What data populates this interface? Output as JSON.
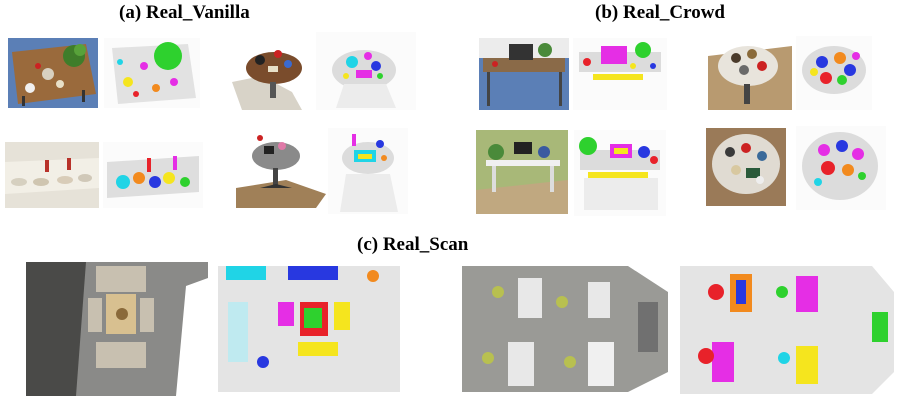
{
  "captions": {
    "real_vanilla": "(a) Real_Vanilla",
    "real_crowd": "(b) Real_Crowd",
    "real_scan": "(c) Real_Scan"
  },
  "colors": {
    "wood": "#9a6a3c",
    "floor_blue": "#5b7fb6",
    "pointcloud_gray": "#c8c8c8",
    "seg_green": "#2ed12e",
    "seg_magenta": "#e52ee5",
    "seg_yellow": "#f5e51e",
    "seg_cyan": "#20d4e6",
    "seg_blue": "#2838e0",
    "seg_red": "#e8222a",
    "seg_orange": "#f28a1e"
  }
}
